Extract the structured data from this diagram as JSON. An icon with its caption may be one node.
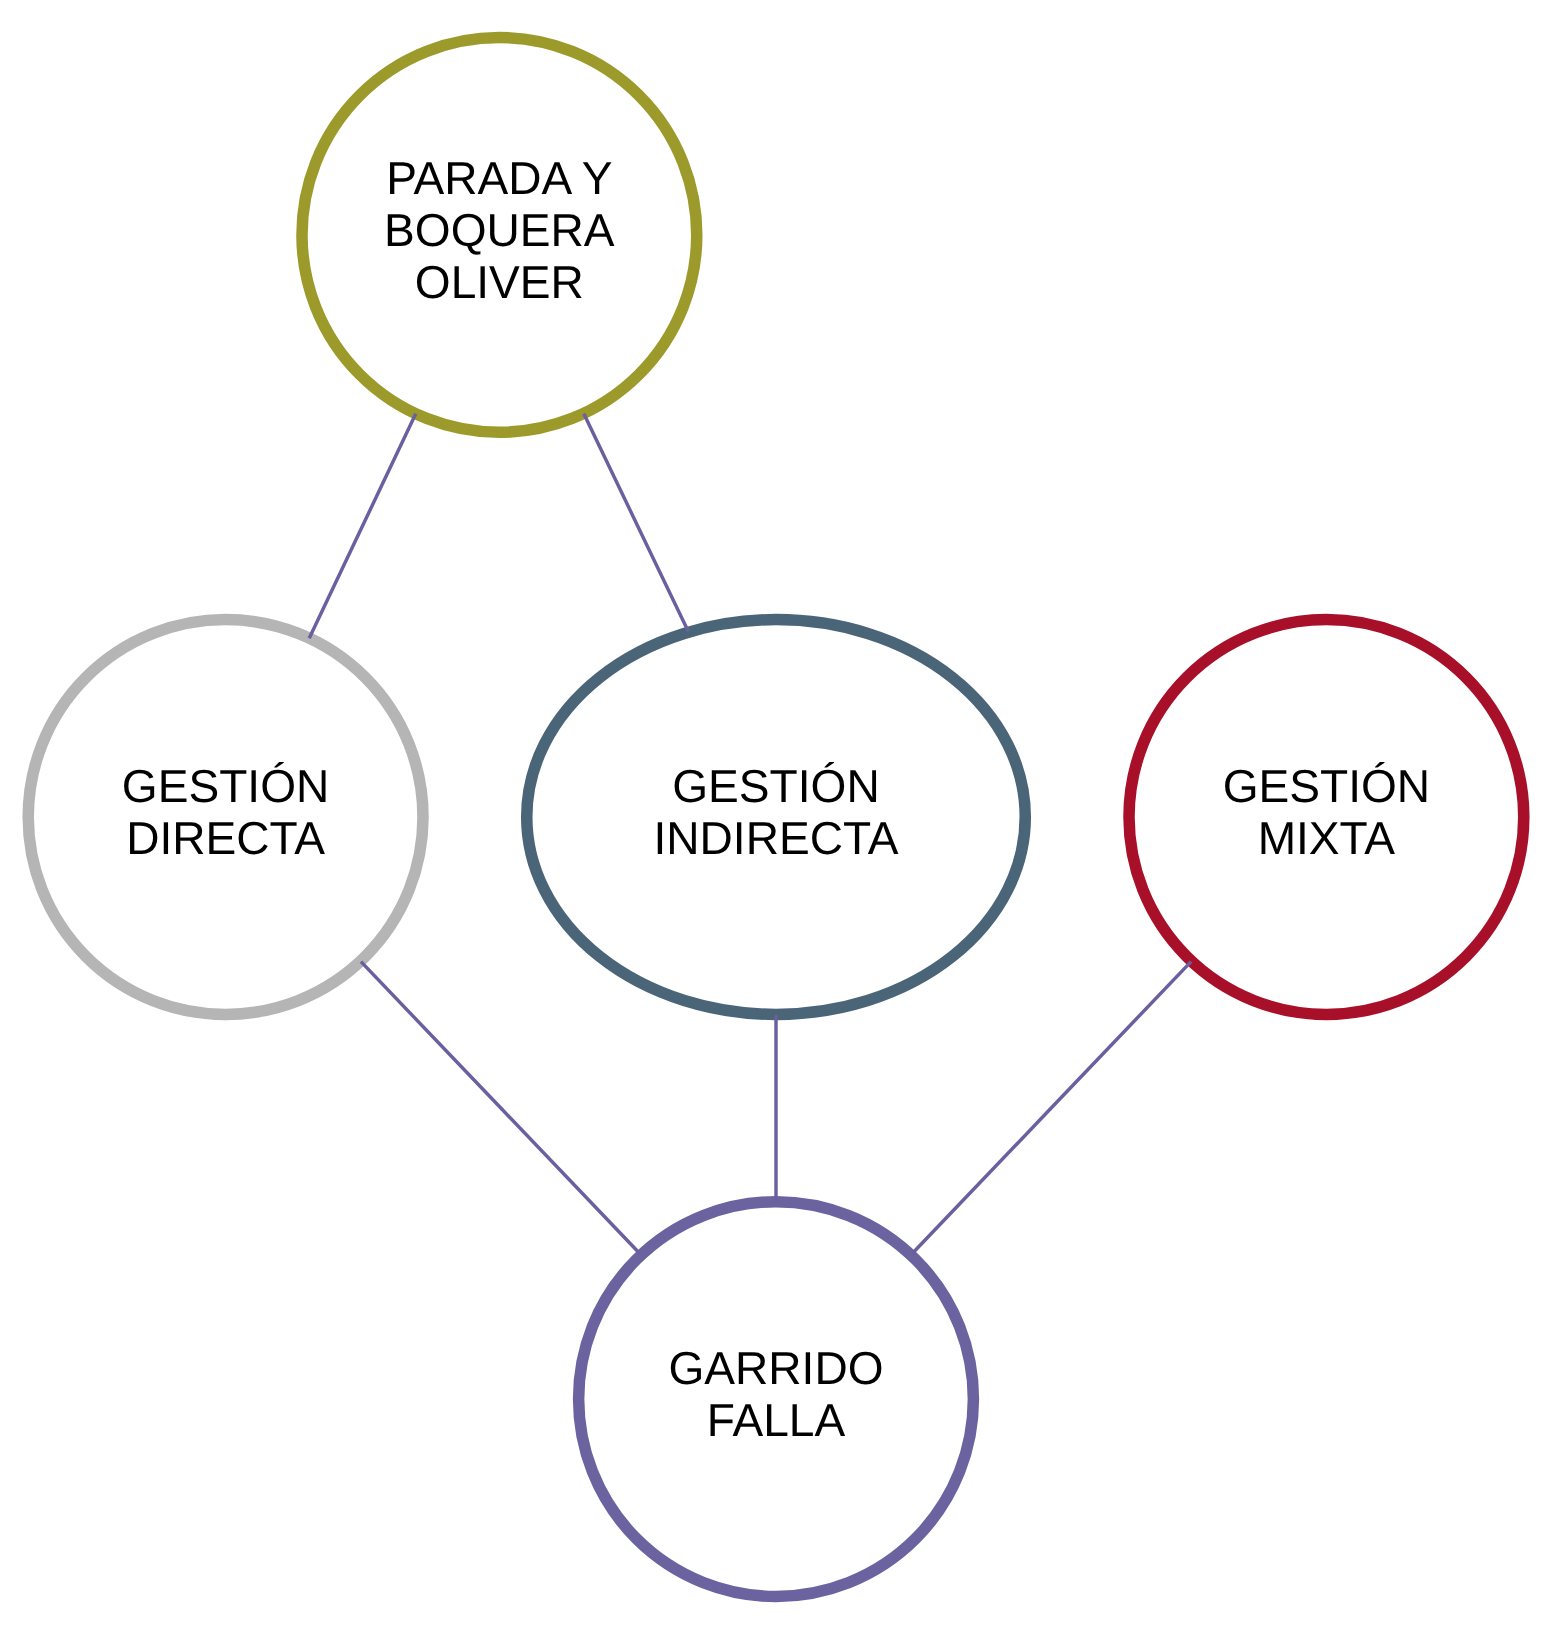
{
  "diagram": {
    "nodes": [
      {
        "text": [
          "PARADA Y BOQUERA OLIVER"
        ]
      },
      {
        "text": [
          "GESTIÓN DIRECTA"
        ]
      },
      {
        "text": [
          "GESTIÓN INDIRECTA"
        ]
      },
      {
        "text": [
          "GESTIÓN MIXTA"
        ]
      },
      {
        "text": [
          "GARRIDO FALLA"
        ]
      }
    ],
    "edges": [
      {
        "from": 0,
        "to": 1,
        "arrow": "none"
      },
      {
        "from": 0,
        "to": 2,
        "arrow": "none"
      },
      {
        "from": 1,
        "to": 4,
        "arrow": "none"
      },
      {
        "from": 2,
        "to": 4,
        "arrow": "none"
      },
      {
        "from": 3,
        "to": 4,
        "arrow": "none"
      }
    ]
  }
}
